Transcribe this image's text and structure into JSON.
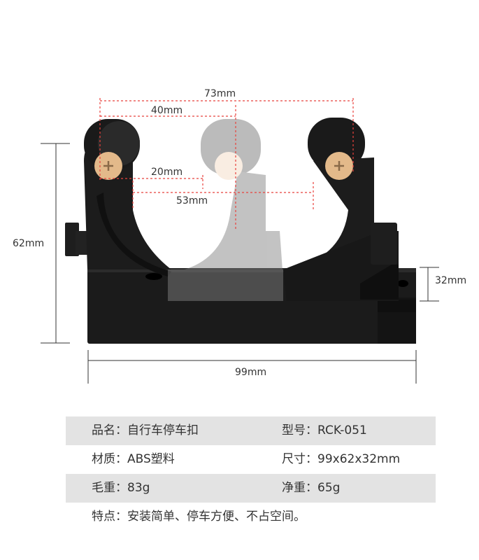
{
  "product": {
    "dimensions": {
      "top_width": "73mm",
      "half_width": "40mm",
      "inner_gap": "20mm",
      "span": "53mm",
      "height": "62mm",
      "depth": "32mm",
      "base_width": "99mm"
    },
    "colors": {
      "body": "#1a1a1a",
      "screw": "#e3b98a",
      "guide_red": "#e8413c",
      "row_shade": "#e3e3e3"
    }
  },
  "specs": {
    "rows": [
      {
        "left": "品名：自行车停车扣",
        "right": "型号：RCK-051"
      },
      {
        "left": "材质：ABS塑料",
        "right": "尺寸：99x62x32mm"
      },
      {
        "left": "毛重：83g",
        "right": "净重：65g"
      },
      {
        "left": "特点：安装简单、停车方便、不占空间。",
        "right": ""
      }
    ]
  }
}
